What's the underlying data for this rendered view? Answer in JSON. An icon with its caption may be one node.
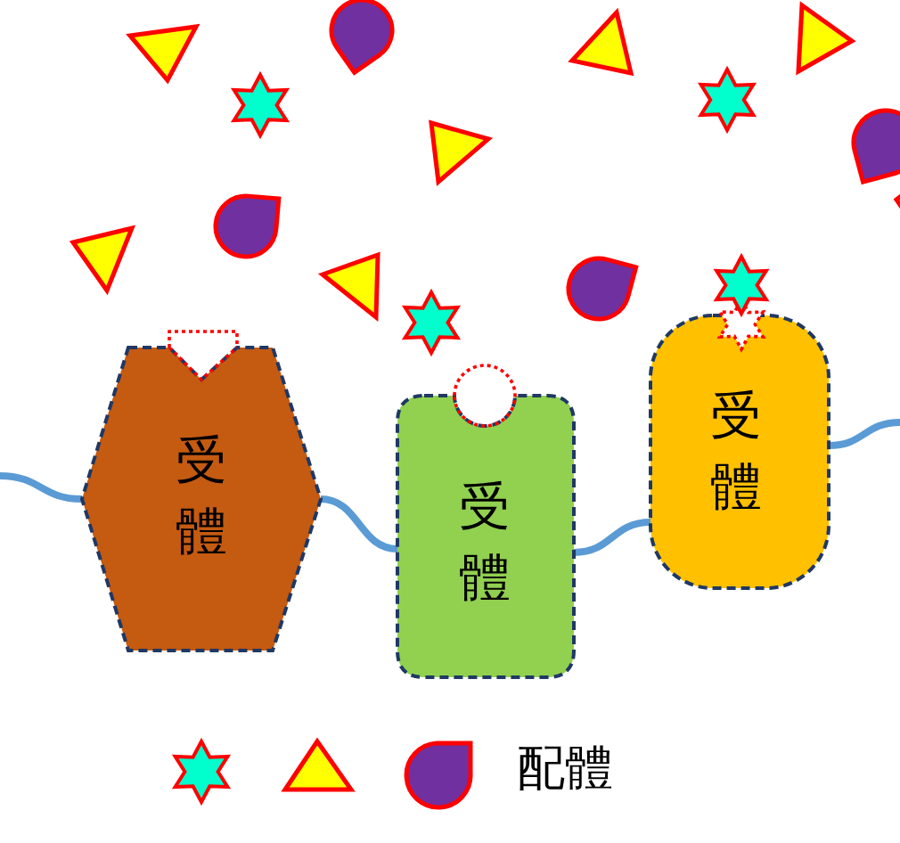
{
  "diagram": {
    "nodes": [
      {
        "text": [
          "受體"
        ]
      },
      {
        "text": [
          "受體"
        ]
      },
      {
        "text": [
          "受體"
        ]
      }
    ],
    "edges": [
      {
        "from": null,
        "to": 0,
        "arrow": "none"
      },
      {
        "from": 0,
        "to": 1,
        "arrow": "none"
      },
      {
        "from": 1,
        "to": 2,
        "arrow": "none"
      },
      {
        "from": 2,
        "to": null,
        "arrow": "none"
      }
    ],
    "legend": [
      {
        "text": "配體"
      }
    ]
  }
}
